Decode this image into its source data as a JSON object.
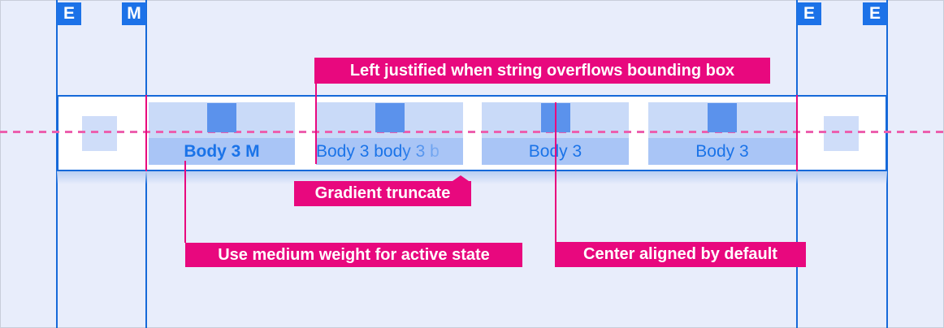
{
  "markers": [
    {
      "label": "E"
    },
    {
      "label": "M"
    },
    {
      "label": "E"
    },
    {
      "label": "E"
    }
  ],
  "tabbar": {
    "tabs": [
      {
        "label": "Body 3 M",
        "state": "active"
      },
      {
        "label": "Body 3 body 3 b",
        "state": "overflow-truncated"
      },
      {
        "label": "Body 3",
        "state": "default"
      },
      {
        "label": "Body 3",
        "state": "default"
      }
    ]
  },
  "annotations": {
    "left_justified": "Left justified when string overflows bounding box",
    "gradient_truncate": "Gradient truncate",
    "medium_weight": "Use medium weight for active state",
    "center_aligned": "Center aligned by default"
  },
  "colors": {
    "background": "#E8EDFB",
    "guide_blue": "#1569D9",
    "marker_blue": "#1C72E8",
    "annotation_pink": "#E8087E",
    "dashed_guide_pink": "#EC5FAE",
    "tab_icon_area": "#C9DAF8",
    "tab_label_bg": "#A9C5F6",
    "icon_placeholder_blue": "#5B92EC",
    "tab_text_blue": "#1A73E8"
  }
}
